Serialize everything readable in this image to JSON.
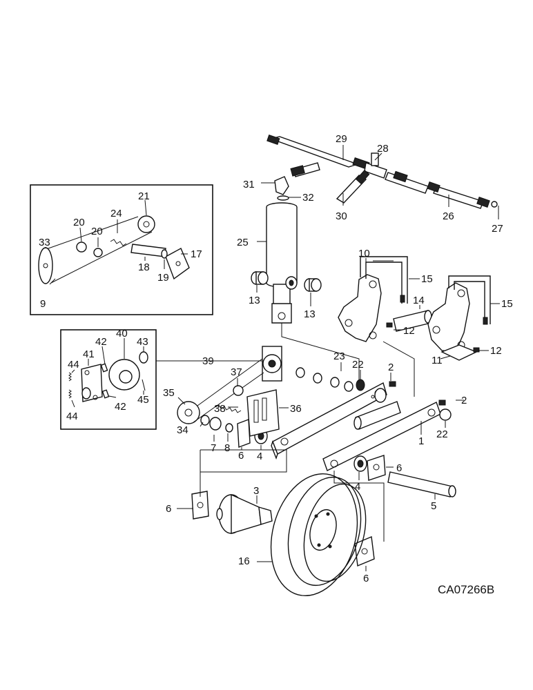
{
  "drawing_code": "CA07266B",
  "callouts": [
    {
      "id": "c29",
      "text": "29"
    },
    {
      "id": "c28",
      "text": "28"
    },
    {
      "id": "c31",
      "text": "31"
    },
    {
      "id": "c32",
      "text": "32"
    },
    {
      "id": "c30",
      "text": "30"
    },
    {
      "id": "c26",
      "text": "26"
    },
    {
      "id": "c27",
      "text": "27"
    },
    {
      "id": "c25",
      "text": "25"
    },
    {
      "id": "c13a",
      "text": "13"
    },
    {
      "id": "c13b",
      "text": "13"
    },
    {
      "id": "c10",
      "text": "10"
    },
    {
      "id": "c15a",
      "text": "15"
    },
    {
      "id": "c14",
      "text": "14"
    },
    {
      "id": "c15b",
      "text": "15"
    },
    {
      "id": "c12a",
      "text": "12"
    },
    {
      "id": "c12b",
      "text": "12"
    },
    {
      "id": "c11",
      "text": "11"
    },
    {
      "id": "c21",
      "text": "21"
    },
    {
      "id": "c24",
      "text": "24"
    },
    {
      "id": "c20a",
      "text": "20"
    },
    {
      "id": "c20b",
      "text": "20"
    },
    {
      "id": "c33",
      "text": "33"
    },
    {
      "id": "c17",
      "text": "17"
    },
    {
      "id": "c18",
      "text": "18"
    },
    {
      "id": "c19",
      "text": "19"
    },
    {
      "id": "c9",
      "text": "9"
    },
    {
      "id": "c40",
      "text": "40"
    },
    {
      "id": "c42a",
      "text": "42"
    },
    {
      "id": "c43",
      "text": "43"
    },
    {
      "id": "c41",
      "text": "41"
    },
    {
      "id": "c44a",
      "text": "44"
    },
    {
      "id": "c45",
      "text": "45"
    },
    {
      "id": "c42b",
      "text": "42"
    },
    {
      "id": "c44b",
      "text": "44"
    },
    {
      "id": "c39",
      "text": "39"
    },
    {
      "id": "c23",
      "text": "23"
    },
    {
      "id": "c22a",
      "text": "22"
    },
    {
      "id": "c2a",
      "text": "2"
    },
    {
      "id": "c37",
      "text": "37"
    },
    {
      "id": "c35",
      "text": "35"
    },
    {
      "id": "c38",
      "text": "38"
    },
    {
      "id": "c36",
      "text": "36"
    },
    {
      "id": "c2b",
      "text": "2"
    },
    {
      "id": "c22b",
      "text": "22"
    },
    {
      "id": "c1",
      "text": "1"
    },
    {
      "id": "c34",
      "text": "34"
    },
    {
      "id": "c7",
      "text": "7"
    },
    {
      "id": "c8",
      "text": "8"
    },
    {
      "id": "c6a",
      "text": "6"
    },
    {
      "id": "c4a",
      "text": "4"
    },
    {
      "id": "c6b",
      "text": "6"
    },
    {
      "id": "c4b",
      "text": "4"
    },
    {
      "id": "c5",
      "text": "5"
    },
    {
      "id": "c3",
      "text": "3"
    },
    {
      "id": "c6c",
      "text": "6"
    },
    {
      "id": "c16",
      "text": "16"
    },
    {
      "id": "c6d",
      "text": "6"
    }
  ]
}
